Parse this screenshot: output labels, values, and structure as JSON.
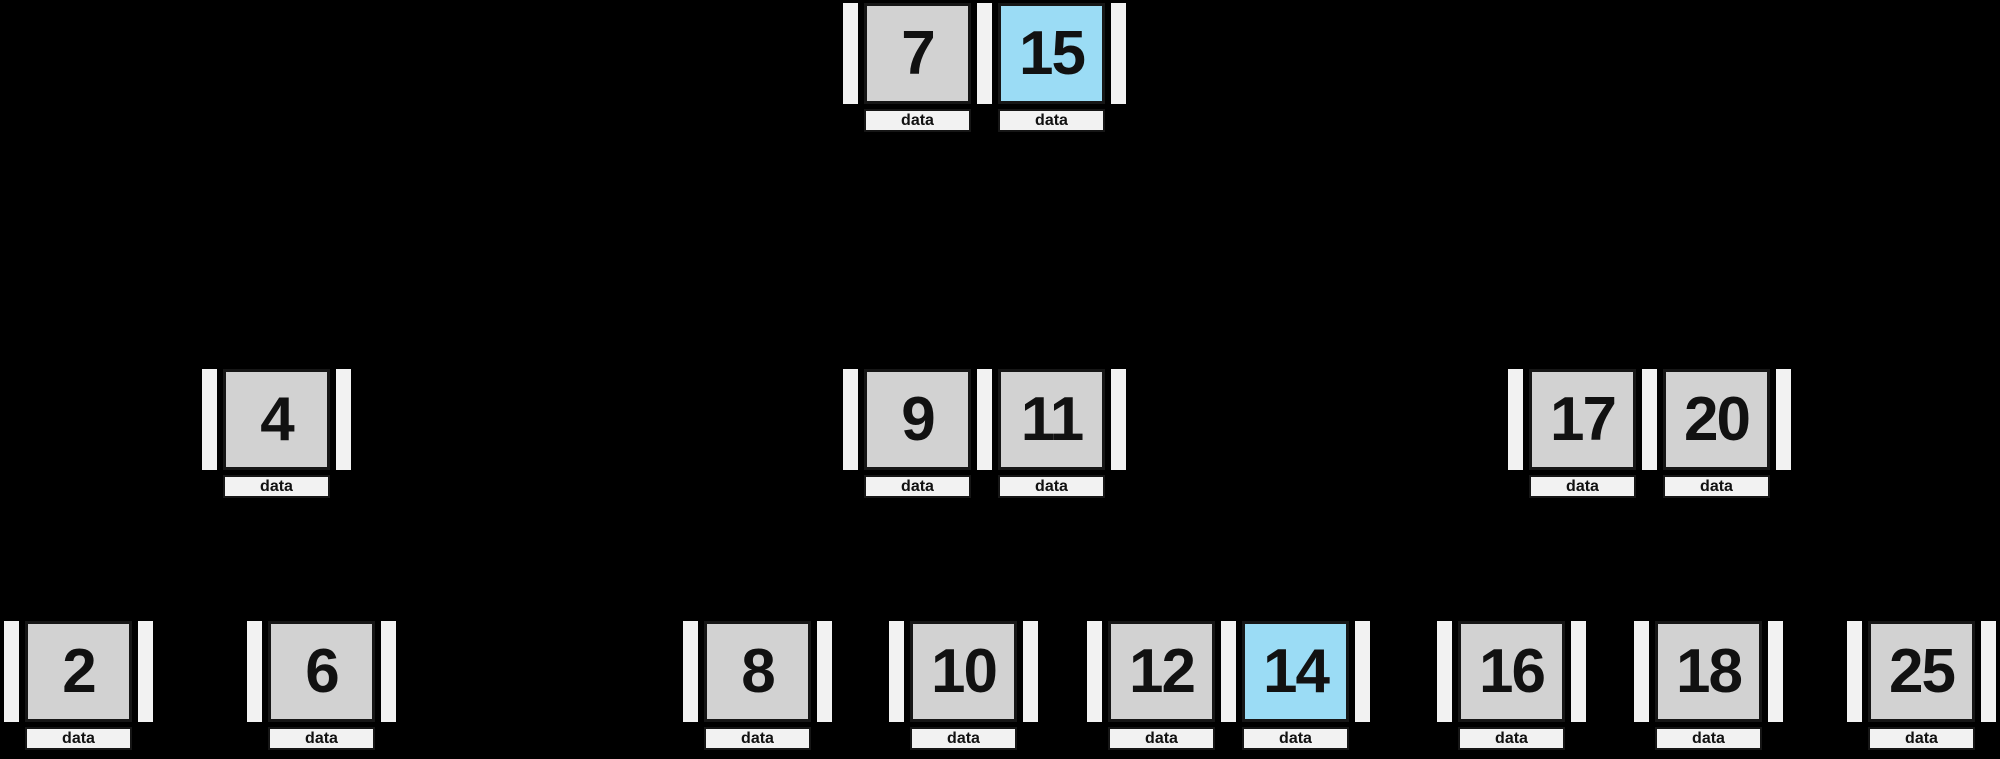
{
  "diagram": {
    "type": "b-tree",
    "data_label": "data",
    "highlighted_keys": [
      "15",
      "14"
    ],
    "colors": {
      "background": "#000000",
      "key_fill": "#d2d2d2",
      "key_highlight_fill": "#9bdcf5",
      "pointer_fill": "#f2f2f2",
      "label_fill": "#f2f2f2",
      "border": "#161616",
      "text": "#111111"
    },
    "nodes": [
      {
        "id": "root",
        "level": 1,
        "keys": [
          {
            "value": "7",
            "highlighted": false
          },
          {
            "value": "15",
            "highlighted": true
          }
        ]
      },
      {
        "id": "n4",
        "level": 2,
        "keys": [
          {
            "value": "4",
            "highlighted": false
          }
        ]
      },
      {
        "id": "n9-11",
        "level": 2,
        "keys": [
          {
            "value": "9",
            "highlighted": false
          },
          {
            "value": "11",
            "highlighted": false
          }
        ]
      },
      {
        "id": "n17-20",
        "level": 2,
        "keys": [
          {
            "value": "17",
            "highlighted": false
          },
          {
            "value": "20",
            "highlighted": false
          }
        ]
      },
      {
        "id": "n2",
        "level": 3,
        "keys": [
          {
            "value": "2",
            "highlighted": false
          }
        ]
      },
      {
        "id": "n6",
        "level": 3,
        "keys": [
          {
            "value": "6",
            "highlighted": false
          }
        ]
      },
      {
        "id": "n8",
        "level": 3,
        "keys": [
          {
            "value": "8",
            "highlighted": false
          }
        ]
      },
      {
        "id": "n10",
        "level": 3,
        "keys": [
          {
            "value": "10",
            "highlighted": false
          }
        ]
      },
      {
        "id": "n12-14",
        "level": 3,
        "keys": [
          {
            "value": "12",
            "highlighted": false
          },
          {
            "value": "14",
            "highlighted": true
          }
        ]
      },
      {
        "id": "n16",
        "level": 3,
        "keys": [
          {
            "value": "16",
            "highlighted": false
          }
        ]
      },
      {
        "id": "n18",
        "level": 3,
        "keys": [
          {
            "value": "18",
            "highlighted": false
          }
        ]
      },
      {
        "id": "n25",
        "level": 3,
        "keys": [
          {
            "value": "25",
            "highlighted": false
          }
        ]
      }
    ]
  }
}
